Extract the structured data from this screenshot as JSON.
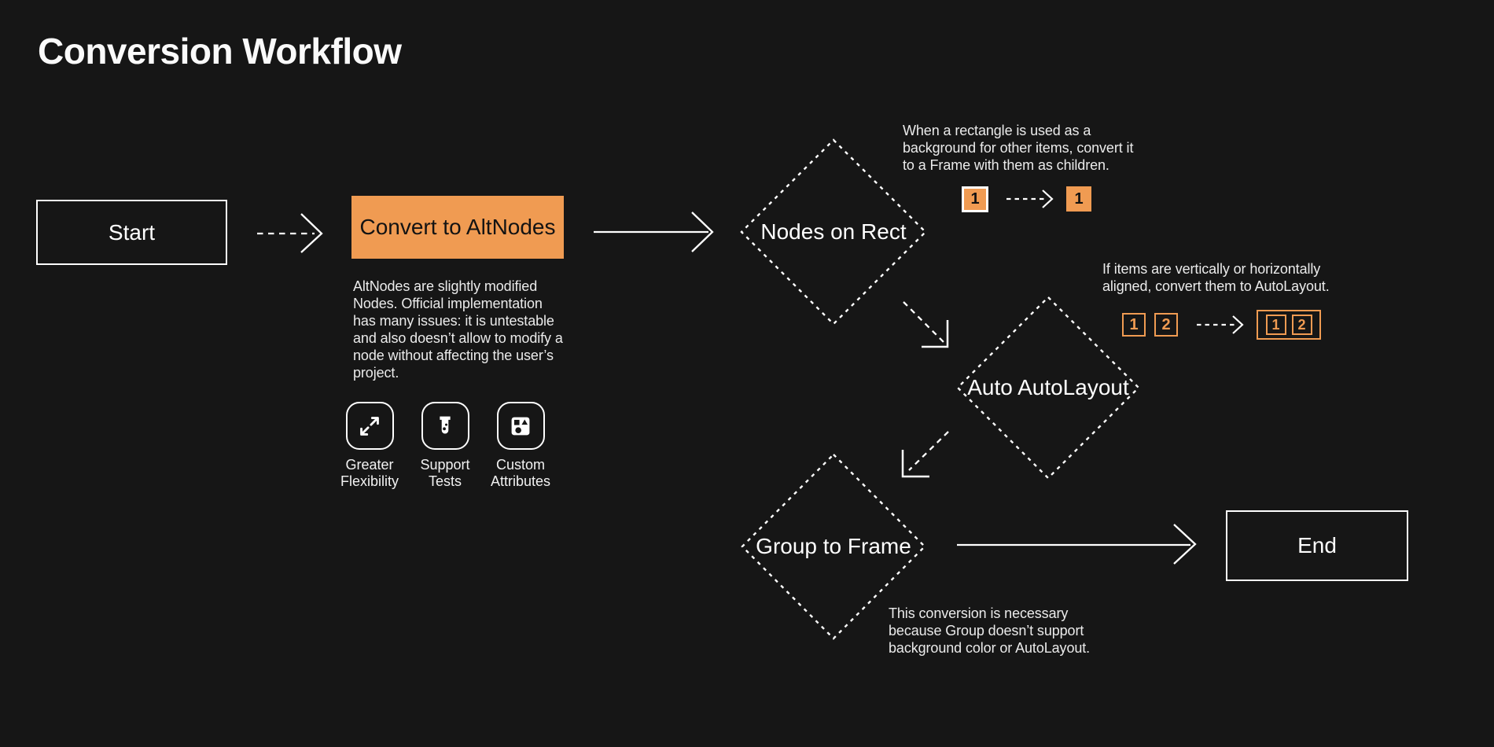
{
  "page": {
    "title": "Conversion Workflow",
    "colors": {
      "background": "#161616",
      "foreground": "#FFFFFF",
      "accent": "#F09B52",
      "text_on_accent": "#131313"
    }
  },
  "flow": {
    "start": {
      "label": "Start"
    },
    "convert_to_altnodes": {
      "label": "Convert to AltNodes"
    },
    "nodes_on_rect": {
      "label": "Nodes on Rect"
    },
    "auto_autolayout": {
      "label": "Auto AutoLayout"
    },
    "group_to_frame": {
      "label": "Group to Frame"
    },
    "end": {
      "label": "End"
    }
  },
  "notes": {
    "altnodes": "AltNodes are slightly modified Nodes. Official implementation has many issues: it is untestable and also doesn’t allow to modify a node without affecting the user’s project.",
    "nodes_on_rect": "When a rectangle is used as a background for other items, convert it to a Frame with them as children.",
    "auto_autolayout": "If items are vertically or horizontally aligned, convert them to AutoLayout.",
    "group_to_frame": "This conversion is necessary because Group doesn’t support background color or AutoLayout."
  },
  "features": [
    {
      "icon": "expand-arrows-icon",
      "label": "Greater Flexibility"
    },
    {
      "icon": "test-tube-icon",
      "label": "Support Tests"
    },
    {
      "icon": "shapes-icon",
      "label": "Custom Attributes"
    }
  ],
  "illustrations": {
    "rect_to_frame": {
      "before_label": "1",
      "after_label": "1"
    },
    "autolayout": {
      "before_items": [
        "1",
        "2"
      ],
      "after_items": [
        "1",
        "2"
      ]
    }
  }
}
